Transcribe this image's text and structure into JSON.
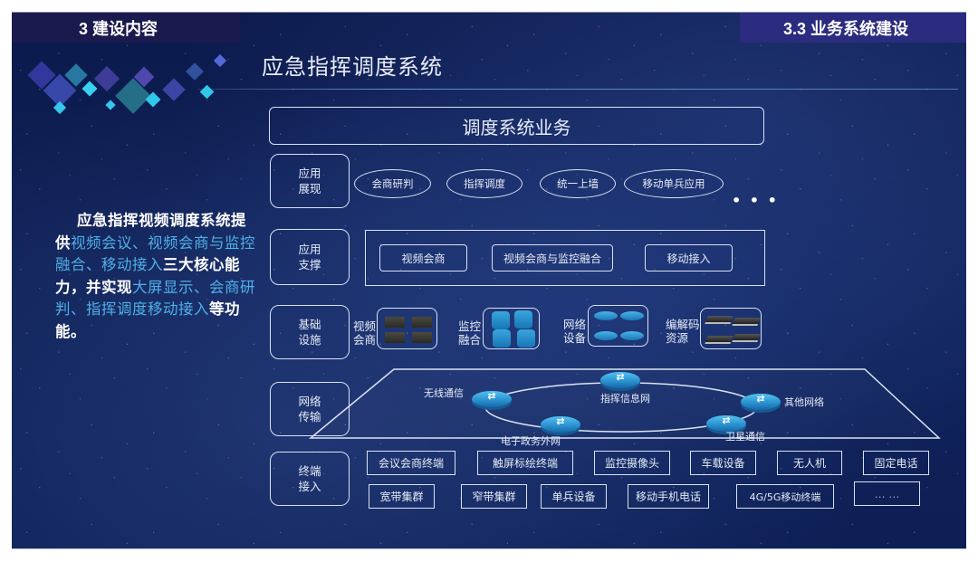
{
  "header": {
    "section": "3 建设内容",
    "subsection": "3.3 业务系统建设"
  },
  "page_title": "应急指挥调度系统",
  "description": {
    "segments": [
      {
        "text": "应急指挥视频调度系统提供",
        "highlight": false
      },
      {
        "text": "视频会议、视频会商与监控融合、移动接入",
        "highlight": true
      },
      {
        "text": "三大核心能力，并实现",
        "highlight": false
      },
      {
        "text": "大屏显示、会商研判、指挥调度移动接入",
        "highlight": true
      },
      {
        "text": "等功能。",
        "highlight": false
      }
    ]
  },
  "diagram": {
    "top_title": "调度系统业务",
    "layers": {
      "presentation": {
        "label": "应用\n展现",
        "items": [
          "会商研判",
          "指挥调度",
          "统一上墙",
          "移动单兵应用"
        ],
        "more": "• • •"
      },
      "support": {
        "label": "应用\n支撑",
        "items": [
          "视频会商",
          "视频会商与监控融合",
          "移动接入"
        ]
      },
      "infrastructure": {
        "label": "基础\n设施",
        "groups": [
          {
            "label": "视频\n会商",
            "icon": "server-icon"
          },
          {
            "label": "监控\n融合",
            "icon": "router-icon"
          },
          {
            "label": "网络\n设备",
            "icon": "router-icon"
          },
          {
            "label": "编解码\n资源",
            "icon": "rack-icon"
          }
        ]
      },
      "network": {
        "label": "网络\n传输",
        "nodes": [
          "无线通信",
          "指挥信息网",
          "其他网络",
          "卫星通信",
          "电子政务外网"
        ]
      },
      "terminal": {
        "label": "终端\n接入",
        "row1": [
          "会议会商终端",
          "触屏标绘终端",
          "监控摄像头",
          "车载设备",
          "无人机",
          "固定电话"
        ],
        "row2": [
          "宽带集群",
          "窄带集群",
          "单兵设备",
          "移动手机电话",
          "4G/5G移动终端",
          "… …"
        ]
      }
    }
  },
  "colors": {
    "background": "#0f2157",
    "header_left": "#1b1a4e",
    "header_right": "#2b2b7f",
    "highlight_text": "#4fb0e6",
    "router": "#2b93d1"
  }
}
